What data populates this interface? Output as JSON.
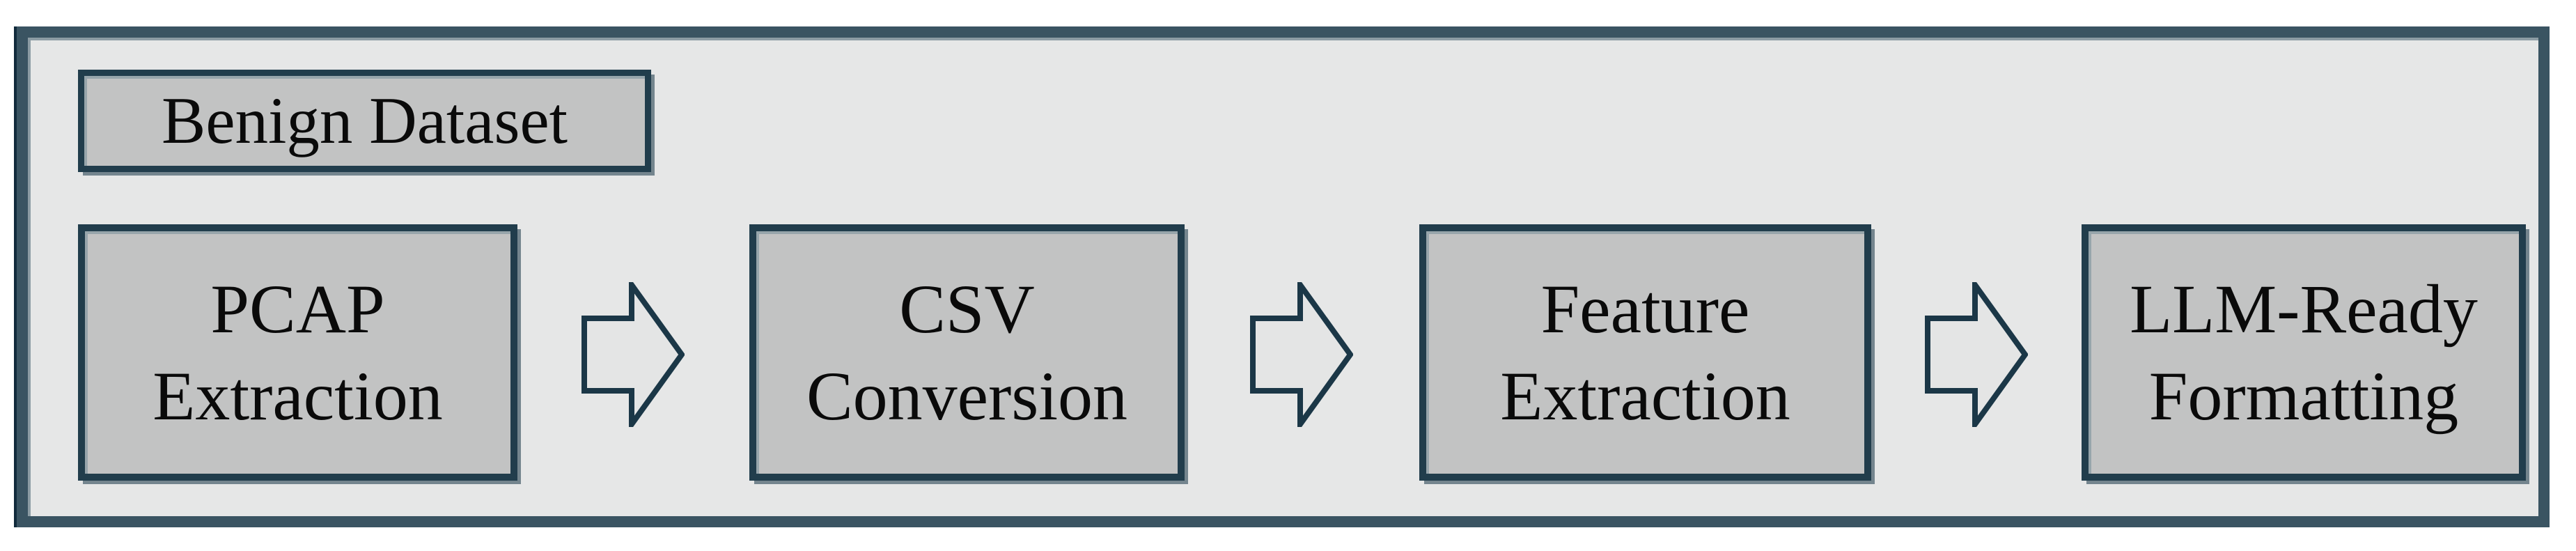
{
  "figure": {
    "title_hint": "Benign dataset processing pipeline flowchart",
    "dataset_label": "Benign Dataset",
    "stages": [
      {
        "line1": "PCAP",
        "line2": "Extraction"
      },
      {
        "line1": "CSV",
        "line2": "Conversion"
      },
      {
        "line1": "Feature",
        "line2": "Extraction"
      },
      {
        "line1": "LLM-Ready",
        "line2": "Formatting"
      }
    ],
    "arrow_icon": "right-block-arrow",
    "colors": {
      "frame_border": "#3a5462",
      "frame_fill": "#e6e7e7",
      "box_border": "#213d4c",
      "box_fill": "#c2c3c3",
      "arrow_outline": "#1b3747",
      "arrow_fill": "#e4e5e5",
      "text": "#0a0a0a"
    }
  }
}
